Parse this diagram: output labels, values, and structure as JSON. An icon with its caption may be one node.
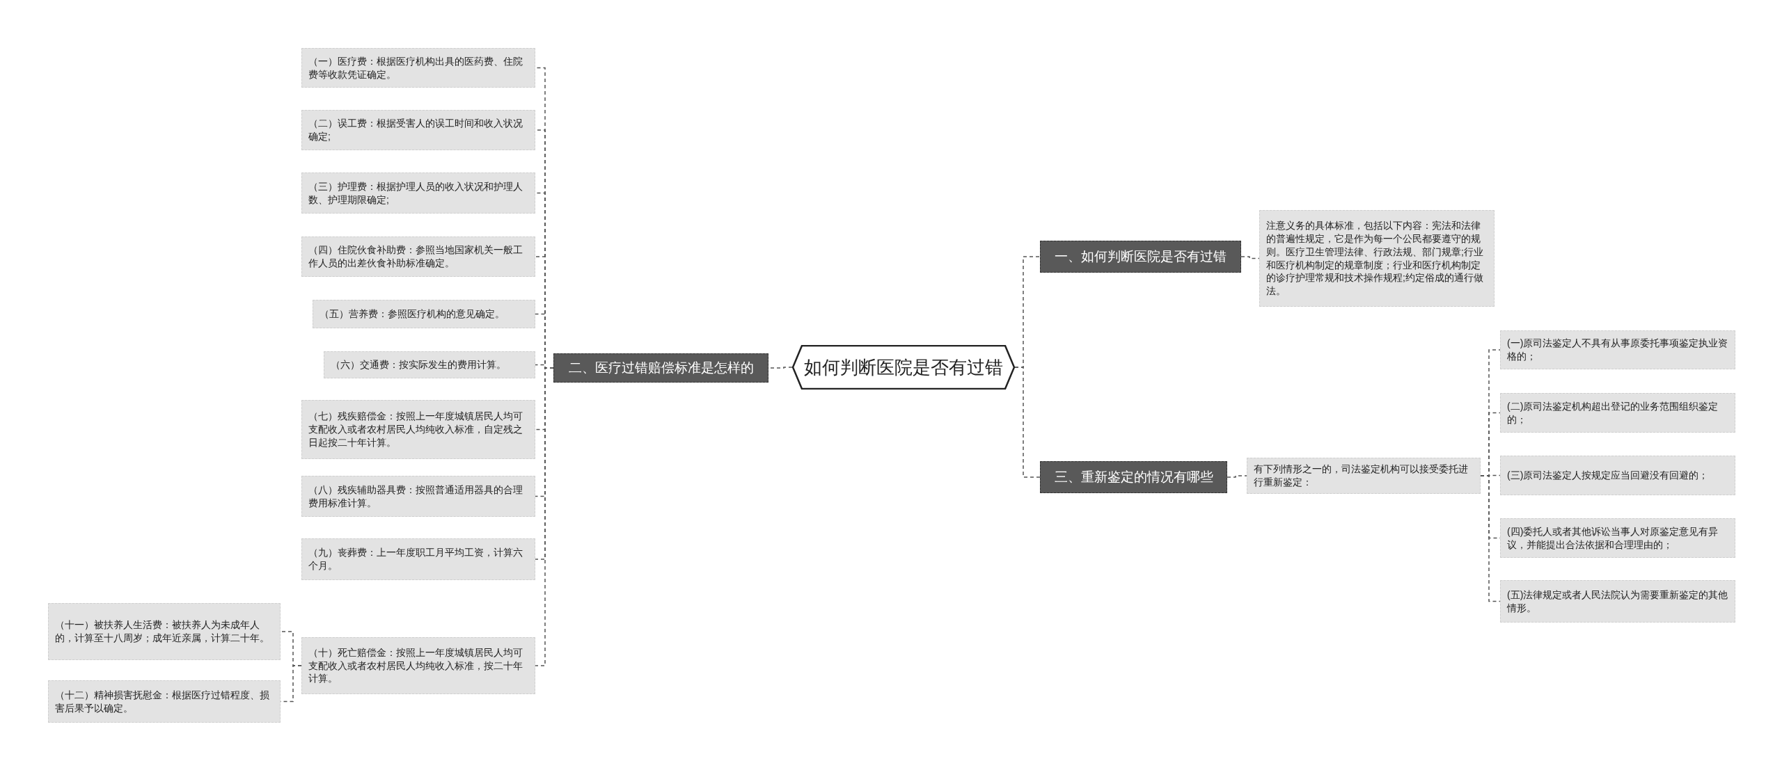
{
  "diagram": {
    "nodes": [
      {
        "text": [
          "如何判断医院是否有过错"
        ]
      },
      {
        "text": [
          "二、医疗过错赔偿标准是怎样的"
        ]
      },
      {
        "text": [
          "（一）医疗费：根据医疗机构出具的医药费、住院费等收款凭证确定。"
        ]
      },
      {
        "text": [
          "（二）误工费：根据受害人的误工时间和收入状况确定;"
        ]
      },
      {
        "text": [
          "（三）护理费：根据护理人员的收入状况和护理人数、护理期限确定;"
        ]
      },
      {
        "text": [
          "（四）住院伙食补助费：参照当地国家机关一般工作人员的出差伙食补助标准确定。"
        ]
      },
      {
        "text": [
          "（五）营养费：参照医疗机构的意见确定。"
        ]
      },
      {
        "text": [
          "（六）交通费：按实际发生的费用计算。"
        ]
      },
      {
        "text": [
          "（七）残疾赔偿金：按照上一年度城镇居民人均可支配收入或者农村居民人均纯收入标准，自定残之日起按二十年计算。"
        ]
      },
      {
        "text": [
          "（八）残疾辅助器具费：按照普通适用器具的合理费用标准计算。"
        ]
      },
      {
        "text": [
          "（九）丧葬费：上一年度职工月平均工资，计算六个月。"
        ]
      },
      {
        "text": [
          "（十）死亡赔偿金：按照上一年度城镇居民人均可支配收入或者农村居民人均纯收入标准，按二十年计算。"
        ]
      },
      {
        "text": [
          "（十一）被扶养人生活费：被扶养人为未成年人的，计算至十八周岁；成年近亲属，计算二十年。"
        ]
      },
      {
        "text": [
          "（十二）精神损害抚慰金：根据医疗过错程度、损害后果予以确定。"
        ]
      },
      {
        "text": [
          "一、如何判断医院是否有过错"
        ]
      },
      {
        "text": [
          "注意义务的具体标准，包括以下内容：宪法和法律的普遍性规定，它是作为每一个公民都要遵守的规则。医疗卫生管理法律、行政法规、部门规章;行业和医疗机构制定的规章制度；行业和医疗机构制定的诊疗护理常规和技术操作规程;约定俗成的通行做法。"
        ]
      },
      {
        "text": [
          "三、重新鉴定的情况有哪些"
        ]
      },
      {
        "text": [
          "有下列情形之一的，司法鉴定机构可以接受委托进行重新鉴定："
        ]
      },
      {
        "text": [
          "(一)原司法鉴定人不具有从事原委托事项鉴定执业资格的；"
        ]
      },
      {
        "text": [
          "(二)原司法鉴定机构超出登记的业务范围组织鉴定的；"
        ]
      },
      {
        "text": [
          "(三)原司法鉴定人按规定应当回避没有回避的；"
        ]
      },
      {
        "text": [
          "(四)委托人或者其他诉讼当事人对原鉴定意见有异议，并能提出合法依据和合理理由的；"
        ]
      },
      {
        "text": [
          "(五)法律规定或者人民法院认为需要重新鉴定的其他情形。"
        ]
      }
    ],
    "edges": [
      {
        "from": 0,
        "to": 1,
        "arrow": "none",
        "style": "dashed"
      },
      {
        "from": 1,
        "to": 2,
        "arrow": "none",
        "style": "dashed"
      },
      {
        "from": 1,
        "to": 3,
        "arrow": "none",
        "style": "dashed"
      },
      {
        "from": 1,
        "to": 4,
        "arrow": "none",
        "style": "dashed"
      },
      {
        "from": 1,
        "to": 5,
        "arrow": "none",
        "style": "dashed"
      },
      {
        "from": 1,
        "to": 6,
        "arrow": "none",
        "style": "dashed"
      },
      {
        "from": 1,
        "to": 7,
        "arrow": "none",
        "style": "dashed"
      },
      {
        "from": 1,
        "to": 8,
        "arrow": "none",
        "style": "dashed"
      },
      {
        "from": 1,
        "to": 9,
        "arrow": "none",
        "style": "dashed"
      },
      {
        "from": 1,
        "to": 10,
        "arrow": "none",
        "style": "dashed"
      },
      {
        "from": 1,
        "to": 11,
        "arrow": "none",
        "style": "dashed"
      },
      {
        "from": 11,
        "to": 12,
        "arrow": "none",
        "style": "dashed"
      },
      {
        "from": 11,
        "to": 13,
        "arrow": "none",
        "style": "dashed"
      },
      {
        "from": 0,
        "to": 14,
        "arrow": "none",
        "style": "dashed"
      },
      {
        "from": 14,
        "to": 15,
        "arrow": "none",
        "style": "dashed"
      },
      {
        "from": 0,
        "to": 16,
        "arrow": "none",
        "style": "dashed"
      },
      {
        "from": 16,
        "to": 17,
        "arrow": "none",
        "style": "dashed"
      },
      {
        "from": 17,
        "to": 18,
        "arrow": "none",
        "style": "dashed"
      },
      {
        "from": 17,
        "to": 19,
        "arrow": "none",
        "style": "dashed"
      },
      {
        "from": 17,
        "to": 20,
        "arrow": "none",
        "style": "dashed"
      },
      {
        "from": 17,
        "to": 21,
        "arrow": "none",
        "style": "dashed"
      },
      {
        "from": 17,
        "to": 22,
        "arrow": "none",
        "style": "dashed"
      }
    ]
  }
}
